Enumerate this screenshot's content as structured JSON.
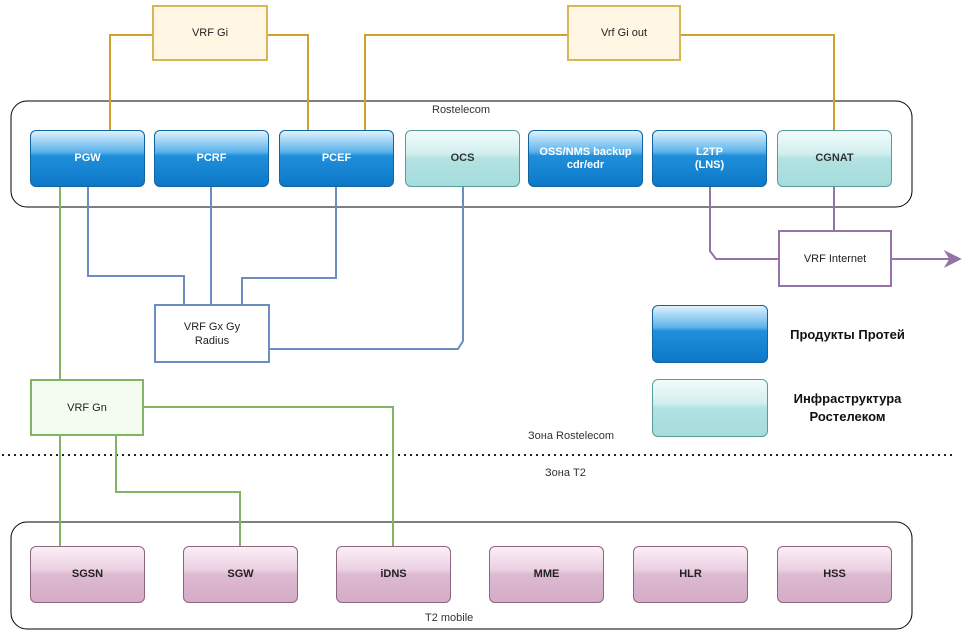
{
  "colors": {
    "gold": "#d2a12c",
    "blue_line": "#6c8ebf",
    "green_line": "#82b366",
    "purple_line": "#9673a6"
  },
  "zones": {
    "rostelecom_group_label": "Rostelecom",
    "t2_group_label": "T2 mobile",
    "zone_rostelecom": "Зона  Rostelecom",
    "zone_t2": "Зона T2"
  },
  "vrfs": {
    "gi": "VRF Gi",
    "gi_out": "Vrf Gi out",
    "internet": "VRF Internet",
    "gx_gy": "VRF Gx Gy\nRadius",
    "gn": "VRF Gn"
  },
  "rostelecom_nodes": [
    {
      "id": "pgw",
      "label": "PGW",
      "style": "blue"
    },
    {
      "id": "pcrf",
      "label": "PCRF",
      "style": "blue"
    },
    {
      "id": "pcef",
      "label": "PCEF",
      "style": "blue"
    },
    {
      "id": "ocs",
      "label": "OCS",
      "style": "teal"
    },
    {
      "id": "oss",
      "label": "OSS/NMS backup\ncdr/edr",
      "style": "blue"
    },
    {
      "id": "l2tp",
      "label": "L2TP\n(LNS)",
      "style": "blue"
    },
    {
      "id": "cgnat",
      "label": "CGNAT",
      "style": "teal"
    }
  ],
  "t2_nodes": [
    {
      "id": "sgsn",
      "label": "SGSN"
    },
    {
      "id": "sgw",
      "label": "SGW"
    },
    {
      "id": "idns",
      "label": "iDNS"
    },
    {
      "id": "mme",
      "label": "MME"
    },
    {
      "id": "hlr",
      "label": "HLR"
    },
    {
      "id": "hss",
      "label": "HSS"
    }
  ],
  "legend": {
    "protei": "Продукты Протей",
    "rostelecom_infra": "Инфраструктура\nРостелеком"
  }
}
